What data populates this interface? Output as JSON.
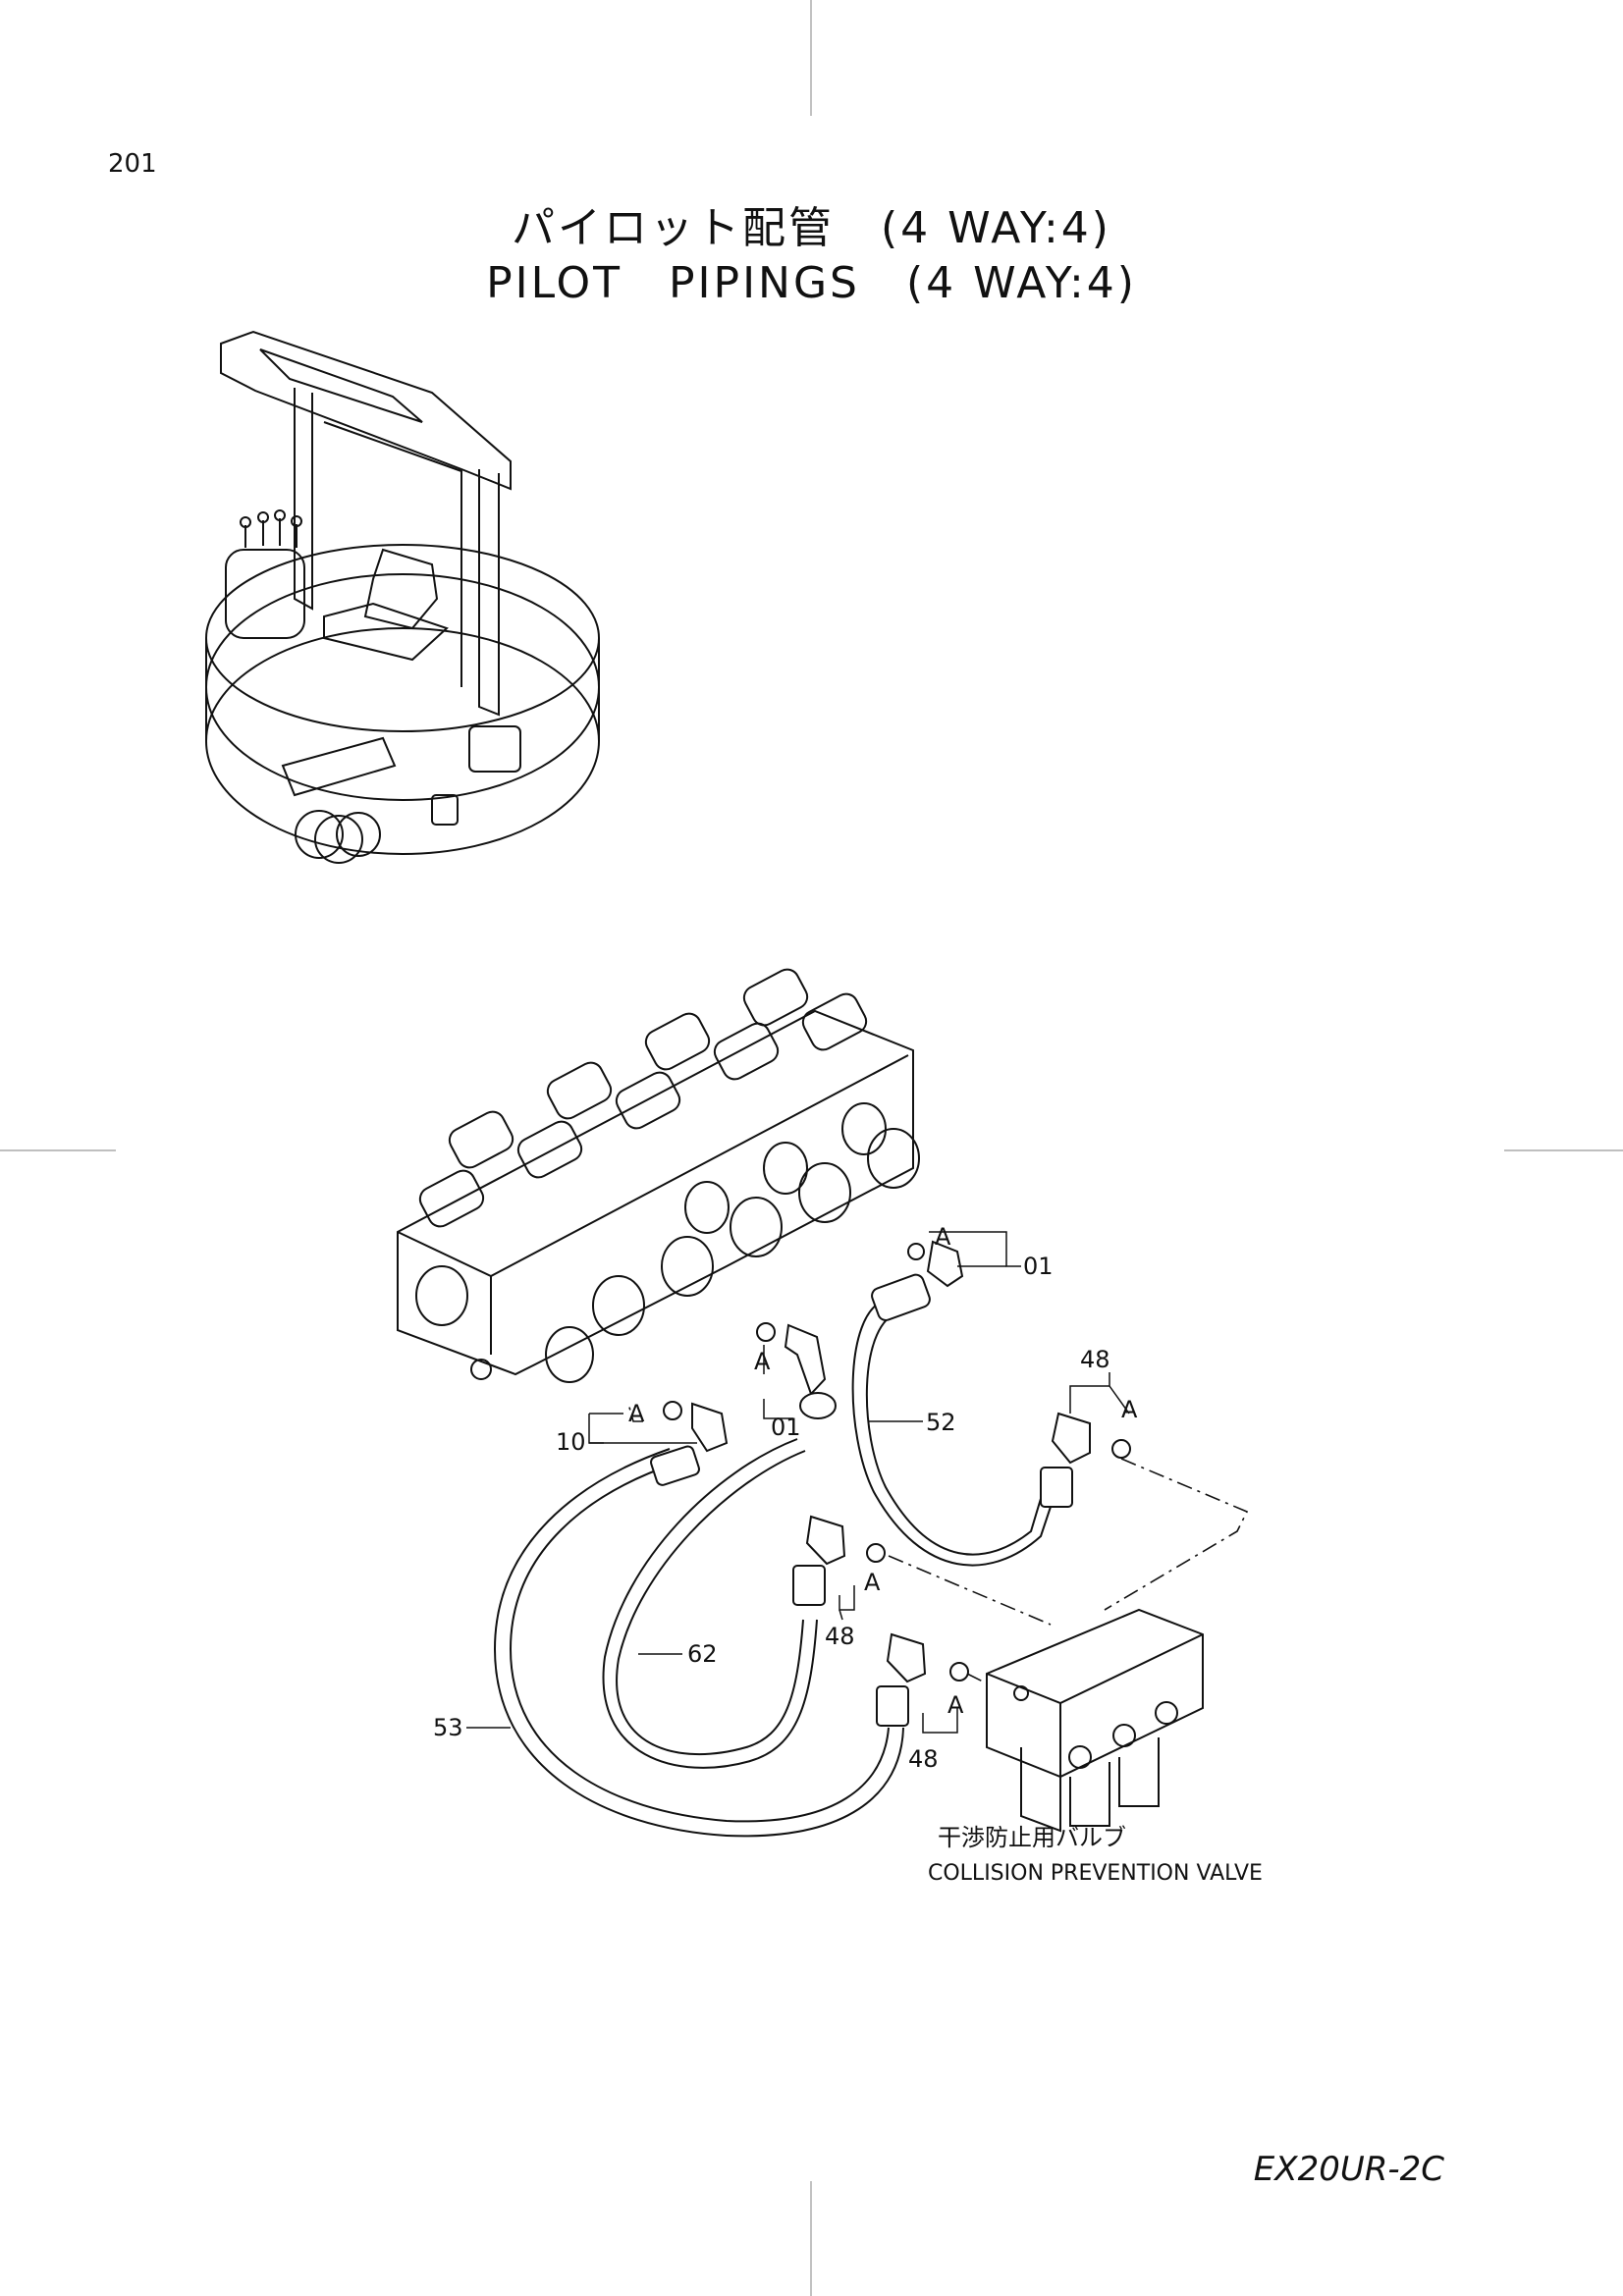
{
  "page": {
    "page_number": "201",
    "title_jp": "パイロット配管　(4 WAY:4)",
    "title_en": "PILOT　PIPINGS　(4 WAY:4)",
    "model": "EX20UR-2C"
  },
  "callouts": {
    "a_top": "A",
    "part_01_top": "01",
    "part_48_right": "48",
    "a_right": "A",
    "a_mid": "A",
    "part_01_mid": "01",
    "part_52": "52",
    "part_10": "10",
    "a_left": "A",
    "part_62": "62",
    "part_48_mid": "48",
    "a_mid2": "A",
    "part_53": "53",
    "part_48_low": "48",
    "a_low": "A"
  },
  "valve_label": {
    "jp": "干渉防止用バルブ",
    "en": "COLLISION PREVENTION VALVE"
  }
}
